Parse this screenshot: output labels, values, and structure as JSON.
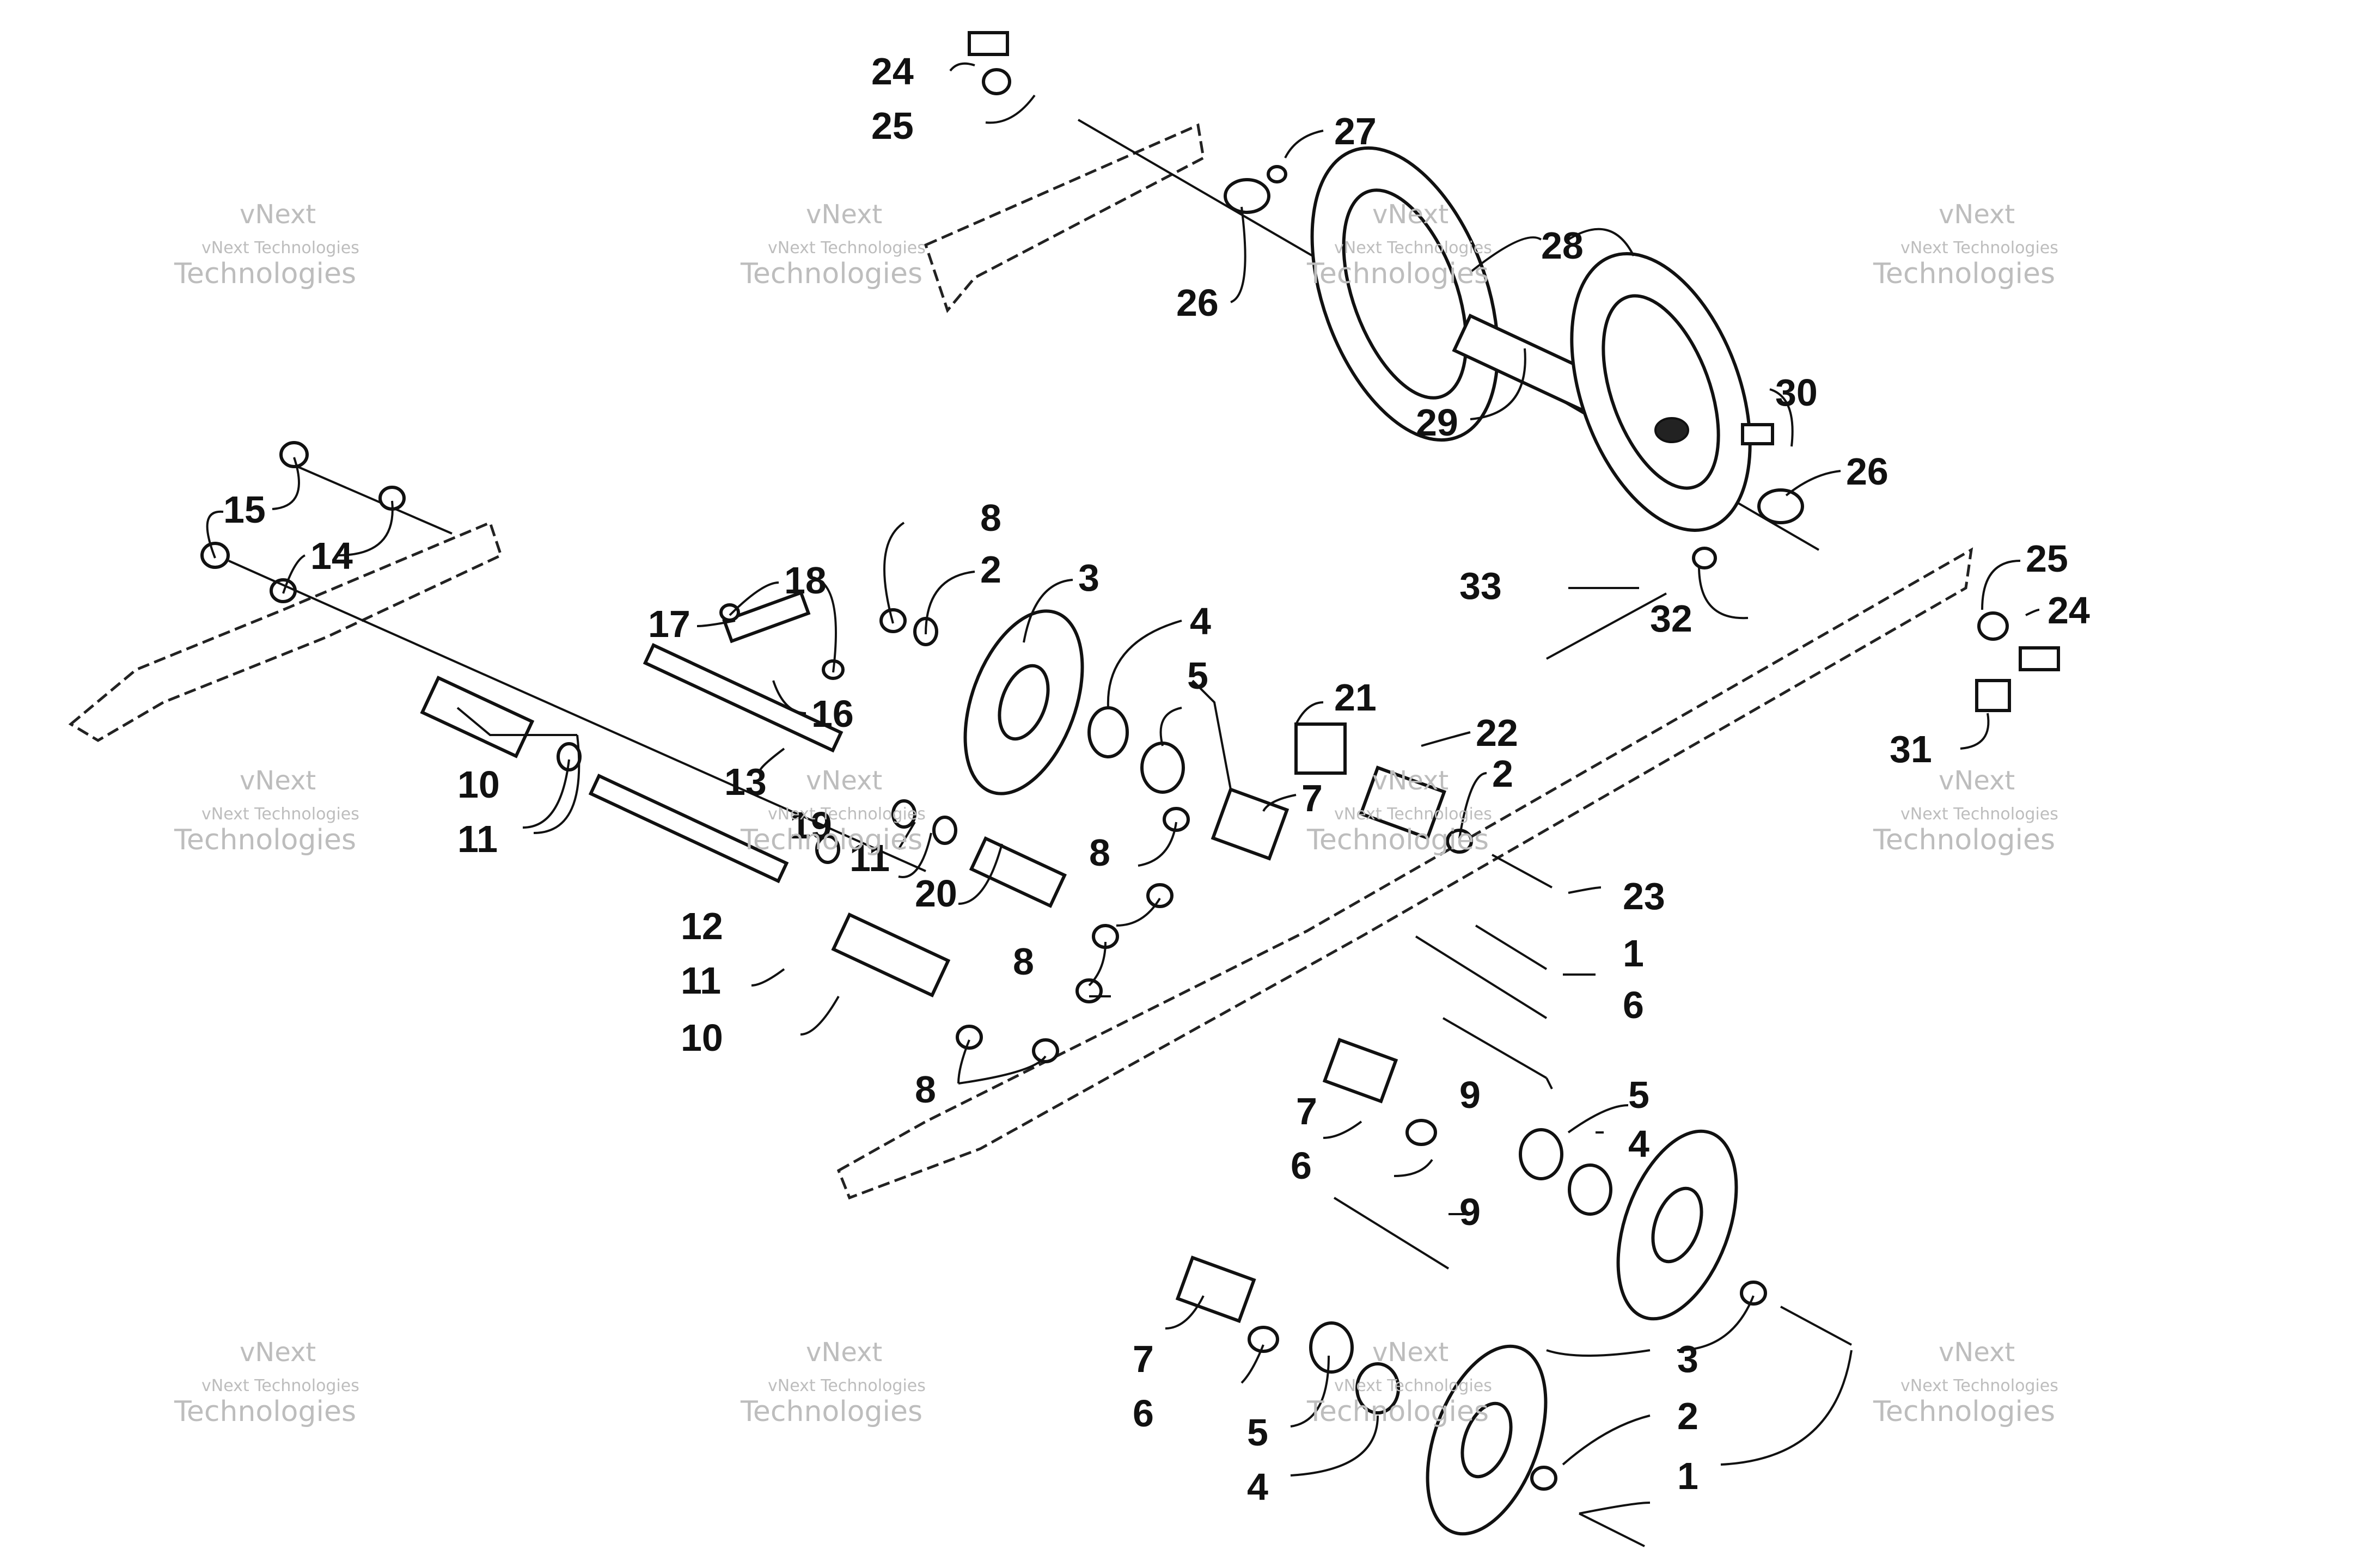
{
  "diagram": {
    "callouts": [
      {
        "label": "24"
      },
      {
        "label": "25"
      },
      {
        "label": "27"
      },
      {
        "label": "28"
      },
      {
        "label": "26"
      },
      {
        "label": "29"
      },
      {
        "label": "30"
      },
      {
        "label": "26"
      },
      {
        "label": "25"
      },
      {
        "label": "24"
      },
      {
        "label": "31"
      },
      {
        "label": "33"
      },
      {
        "label": "32"
      },
      {
        "label": "15"
      },
      {
        "label": "14"
      },
      {
        "label": "18"
      },
      {
        "label": "17"
      },
      {
        "label": "16"
      },
      {
        "label": "8"
      },
      {
        "label": "2"
      },
      {
        "label": "3"
      },
      {
        "label": "4"
      },
      {
        "label": "5"
      },
      {
        "label": "21"
      },
      {
        "label": "22"
      },
      {
        "label": "2"
      },
      {
        "label": "7"
      },
      {
        "label": "13"
      },
      {
        "label": "10"
      },
      {
        "label": "11"
      },
      {
        "label": "19"
      },
      {
        "label": "11"
      },
      {
        "label": "20"
      },
      {
        "label": "8"
      },
      {
        "label": "23"
      },
      {
        "label": "12"
      },
      {
        "label": "11"
      },
      {
        "label": "8"
      },
      {
        "label": "1"
      },
      {
        "label": "6"
      },
      {
        "label": "10"
      },
      {
        "label": "8"
      },
      {
        "label": "9"
      },
      {
        "label": "5"
      },
      {
        "label": "7"
      },
      {
        "label": "4"
      },
      {
        "label": "6"
      },
      {
        "label": "9"
      },
      {
        "label": "7"
      },
      {
        "label": "3"
      },
      {
        "label": "6"
      },
      {
        "label": "2"
      },
      {
        "label": "5"
      },
      {
        "label": "1"
      },
      {
        "label": "4"
      }
    ],
    "watermarks": [
      {
        "line1": "vNext",
        "line2": "vNext Technologies",
        "line3": "Technologies"
      },
      {
        "line1": "vNext",
        "line2": "vNext Technologies",
        "line3": "Technologies"
      },
      {
        "line1": "vNext",
        "line2": "vNext Technologies",
        "line3": "Technologies"
      },
      {
        "line1": "vNext",
        "line2": "vNext Technologies",
        "line3": "Technologies"
      },
      {
        "line1": "vNext",
        "line2": "vNext Technologies",
        "line3": "Technologies"
      },
      {
        "line1": "vNext",
        "line2": "vNext Technologies",
        "line3": "Technologies"
      },
      {
        "line1": "vNext",
        "line2": "vNext Technologies",
        "line3": "Technologies"
      },
      {
        "line1": "vNext",
        "line2": "vNext Technologies",
        "line3": "Technologies"
      },
      {
        "line1": "vNext",
        "line2": "vNext Technologies",
        "line3": "Technologies"
      },
      {
        "line1": "vNext",
        "line2": "vNext Technologies",
        "line3": "Technologies"
      },
      {
        "line1": "vNext",
        "line2": "vNext Technologies",
        "line3": "Technologies"
      },
      {
        "line1": "vNext",
        "line2": "vNext Technologies",
        "line3": "Technologies"
      }
    ]
  }
}
